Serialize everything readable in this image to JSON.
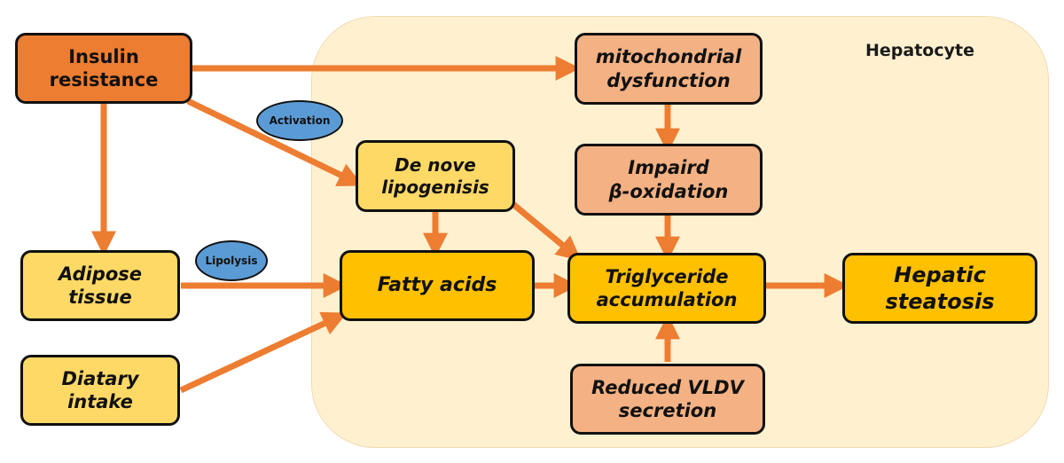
{
  "region": {
    "label": "Hepatocyte"
  },
  "colors": {
    "arrow": "#ed7d31",
    "region_fill": "#fff1d0",
    "node_dark": "#ed7d31",
    "node_salmon": "#f4b183",
    "node_light": "#ffd966",
    "node_gold": "#ffc000",
    "badge": "#5b9bd5"
  },
  "nodes": {
    "insulin": {
      "lines": [
        "Insulin",
        "resistance"
      ]
    },
    "mito": {
      "lines": [
        "mitochondrial",
        "dysfunction"
      ]
    },
    "denovo": {
      "lines": [
        "De nove",
        "lipogenisis"
      ]
    },
    "impaird": {
      "lines": [
        "Impaird",
        "β-oxidation"
      ]
    },
    "adipose": {
      "lines": [
        "Adipose",
        "tissue"
      ]
    },
    "fatty": {
      "lines": [
        "Fatty acids"
      ]
    },
    "trig": {
      "lines": [
        "Triglyceride",
        "accumulation"
      ]
    },
    "hepatic": {
      "lines": [
        "Hepatic",
        "steatosis"
      ]
    },
    "diatary": {
      "lines": [
        "Diatary",
        "intake"
      ]
    },
    "vldv": {
      "lines": [
        "Reduced VLDV",
        "secretion"
      ]
    }
  },
  "badges": {
    "activation": "Activation",
    "lipolysis": "Lipolysis"
  },
  "edges": [
    {
      "from": "insulin",
      "to": "mito"
    },
    {
      "from": "insulin",
      "to": "denovo",
      "label": "activation"
    },
    {
      "from": "insulin",
      "to": "adipose"
    },
    {
      "from": "mito",
      "to": "impaird"
    },
    {
      "from": "denovo",
      "to": "fatty"
    },
    {
      "from": "denovo",
      "to": "trig"
    },
    {
      "from": "impaird",
      "to": "trig"
    },
    {
      "from": "adipose",
      "to": "fatty",
      "label": "lipolysis"
    },
    {
      "from": "diatary",
      "to": "fatty"
    },
    {
      "from": "fatty",
      "to": "trig"
    },
    {
      "from": "trig",
      "to": "hepatic"
    },
    {
      "from": "vldv",
      "to": "trig"
    }
  ]
}
